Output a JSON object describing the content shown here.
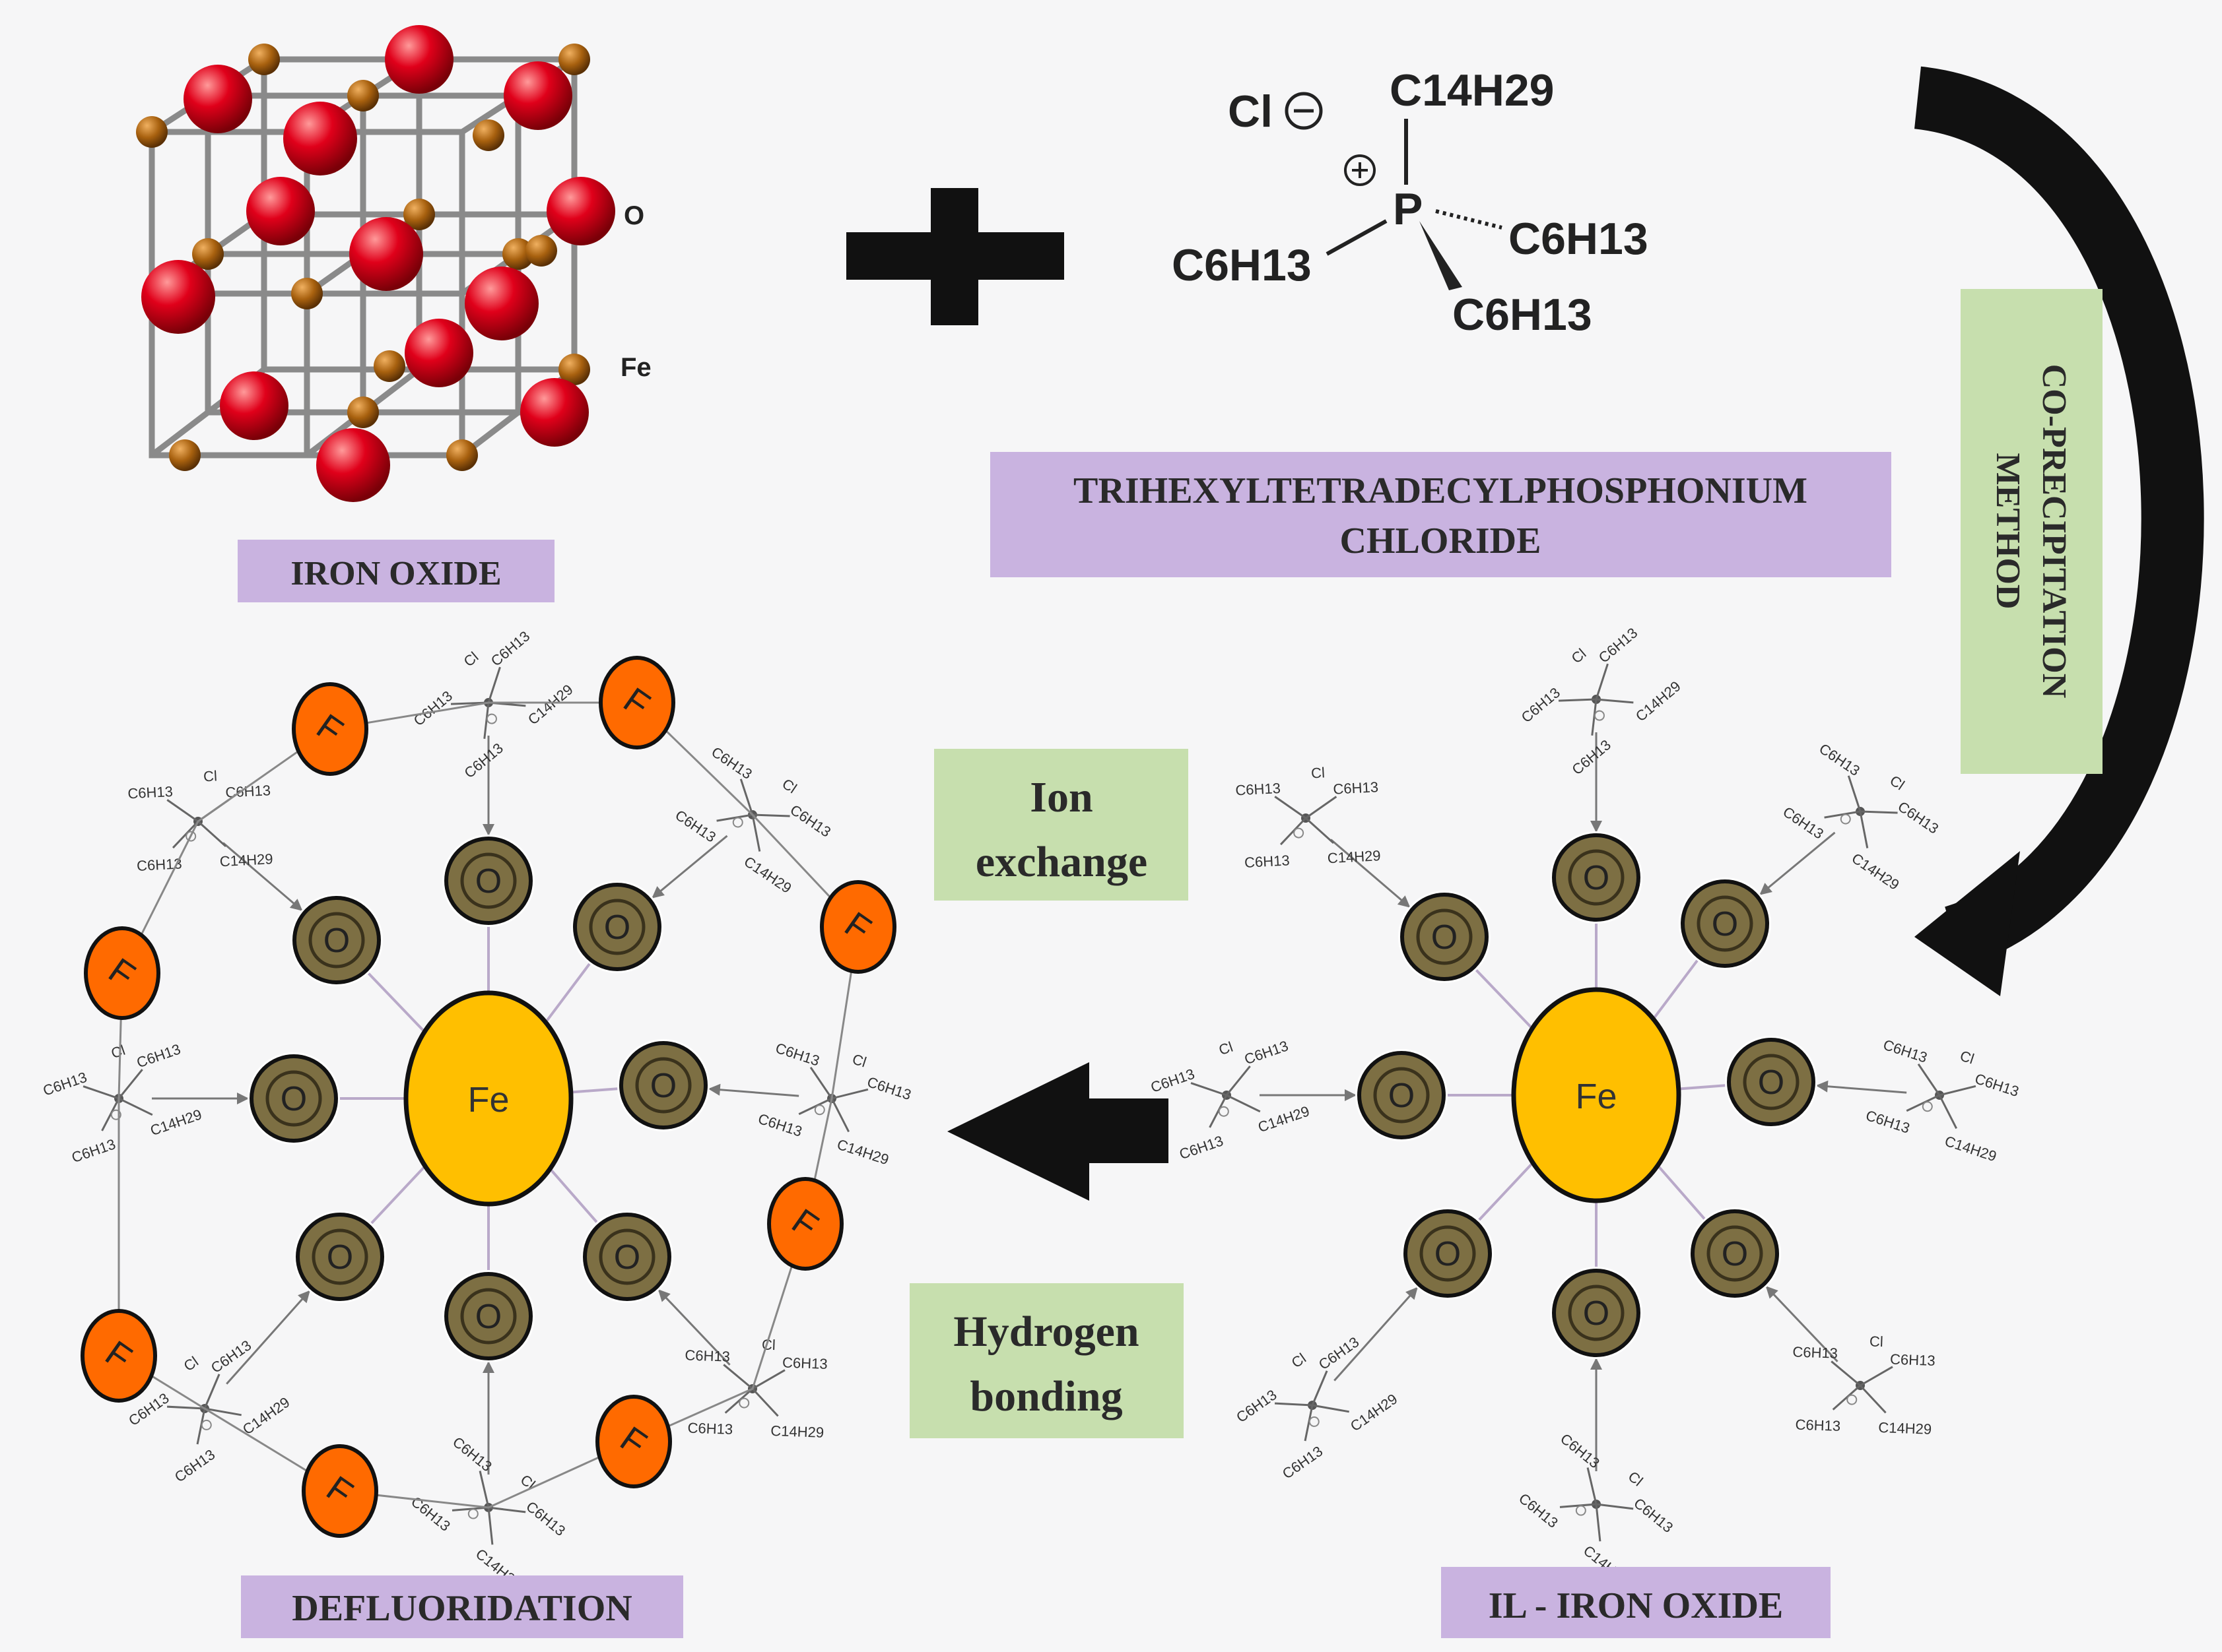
{
  "crystal": {
    "label_o": "O",
    "label_fe": "Fe"
  },
  "ionic_liquid": {
    "anion": "Cl",
    "top_chain": "C14H29",
    "chains": [
      "C6H13",
      "C6H13",
      "C6H13"
    ],
    "center": "P"
  },
  "labels": {
    "iron_oxide": "IRON OXIDE",
    "il_name_line1": "TRIHEXYLTETRADECYLPHOSPHONIUM",
    "il_name_line2": "CHLORIDE",
    "method_line1": "CO-PRECIPITATION",
    "method_line2": "METHOD",
    "ion_exchange_line1": "Ion",
    "ion_exchange_line2": "exchange",
    "h_bond_line1": "Hydrogen",
    "h_bond_line2": "bonding",
    "defluoridation": "DEFLUORIDATION",
    "il_iron_oxide": "IL - IRON OXIDE"
  },
  "complex": {
    "center": "Fe",
    "oxygen": "O",
    "fluoride": "F"
  },
  "colors": {
    "purple_label": "#c9b3e0",
    "green_label": "#c7dfae",
    "fe_gold": "#ffbf00",
    "oxygen_olive": "#7d6f43",
    "fluoride_orange": "#ff6a00",
    "atom_red": "#e0001a",
    "atom_bronze": "#a8610f"
  }
}
